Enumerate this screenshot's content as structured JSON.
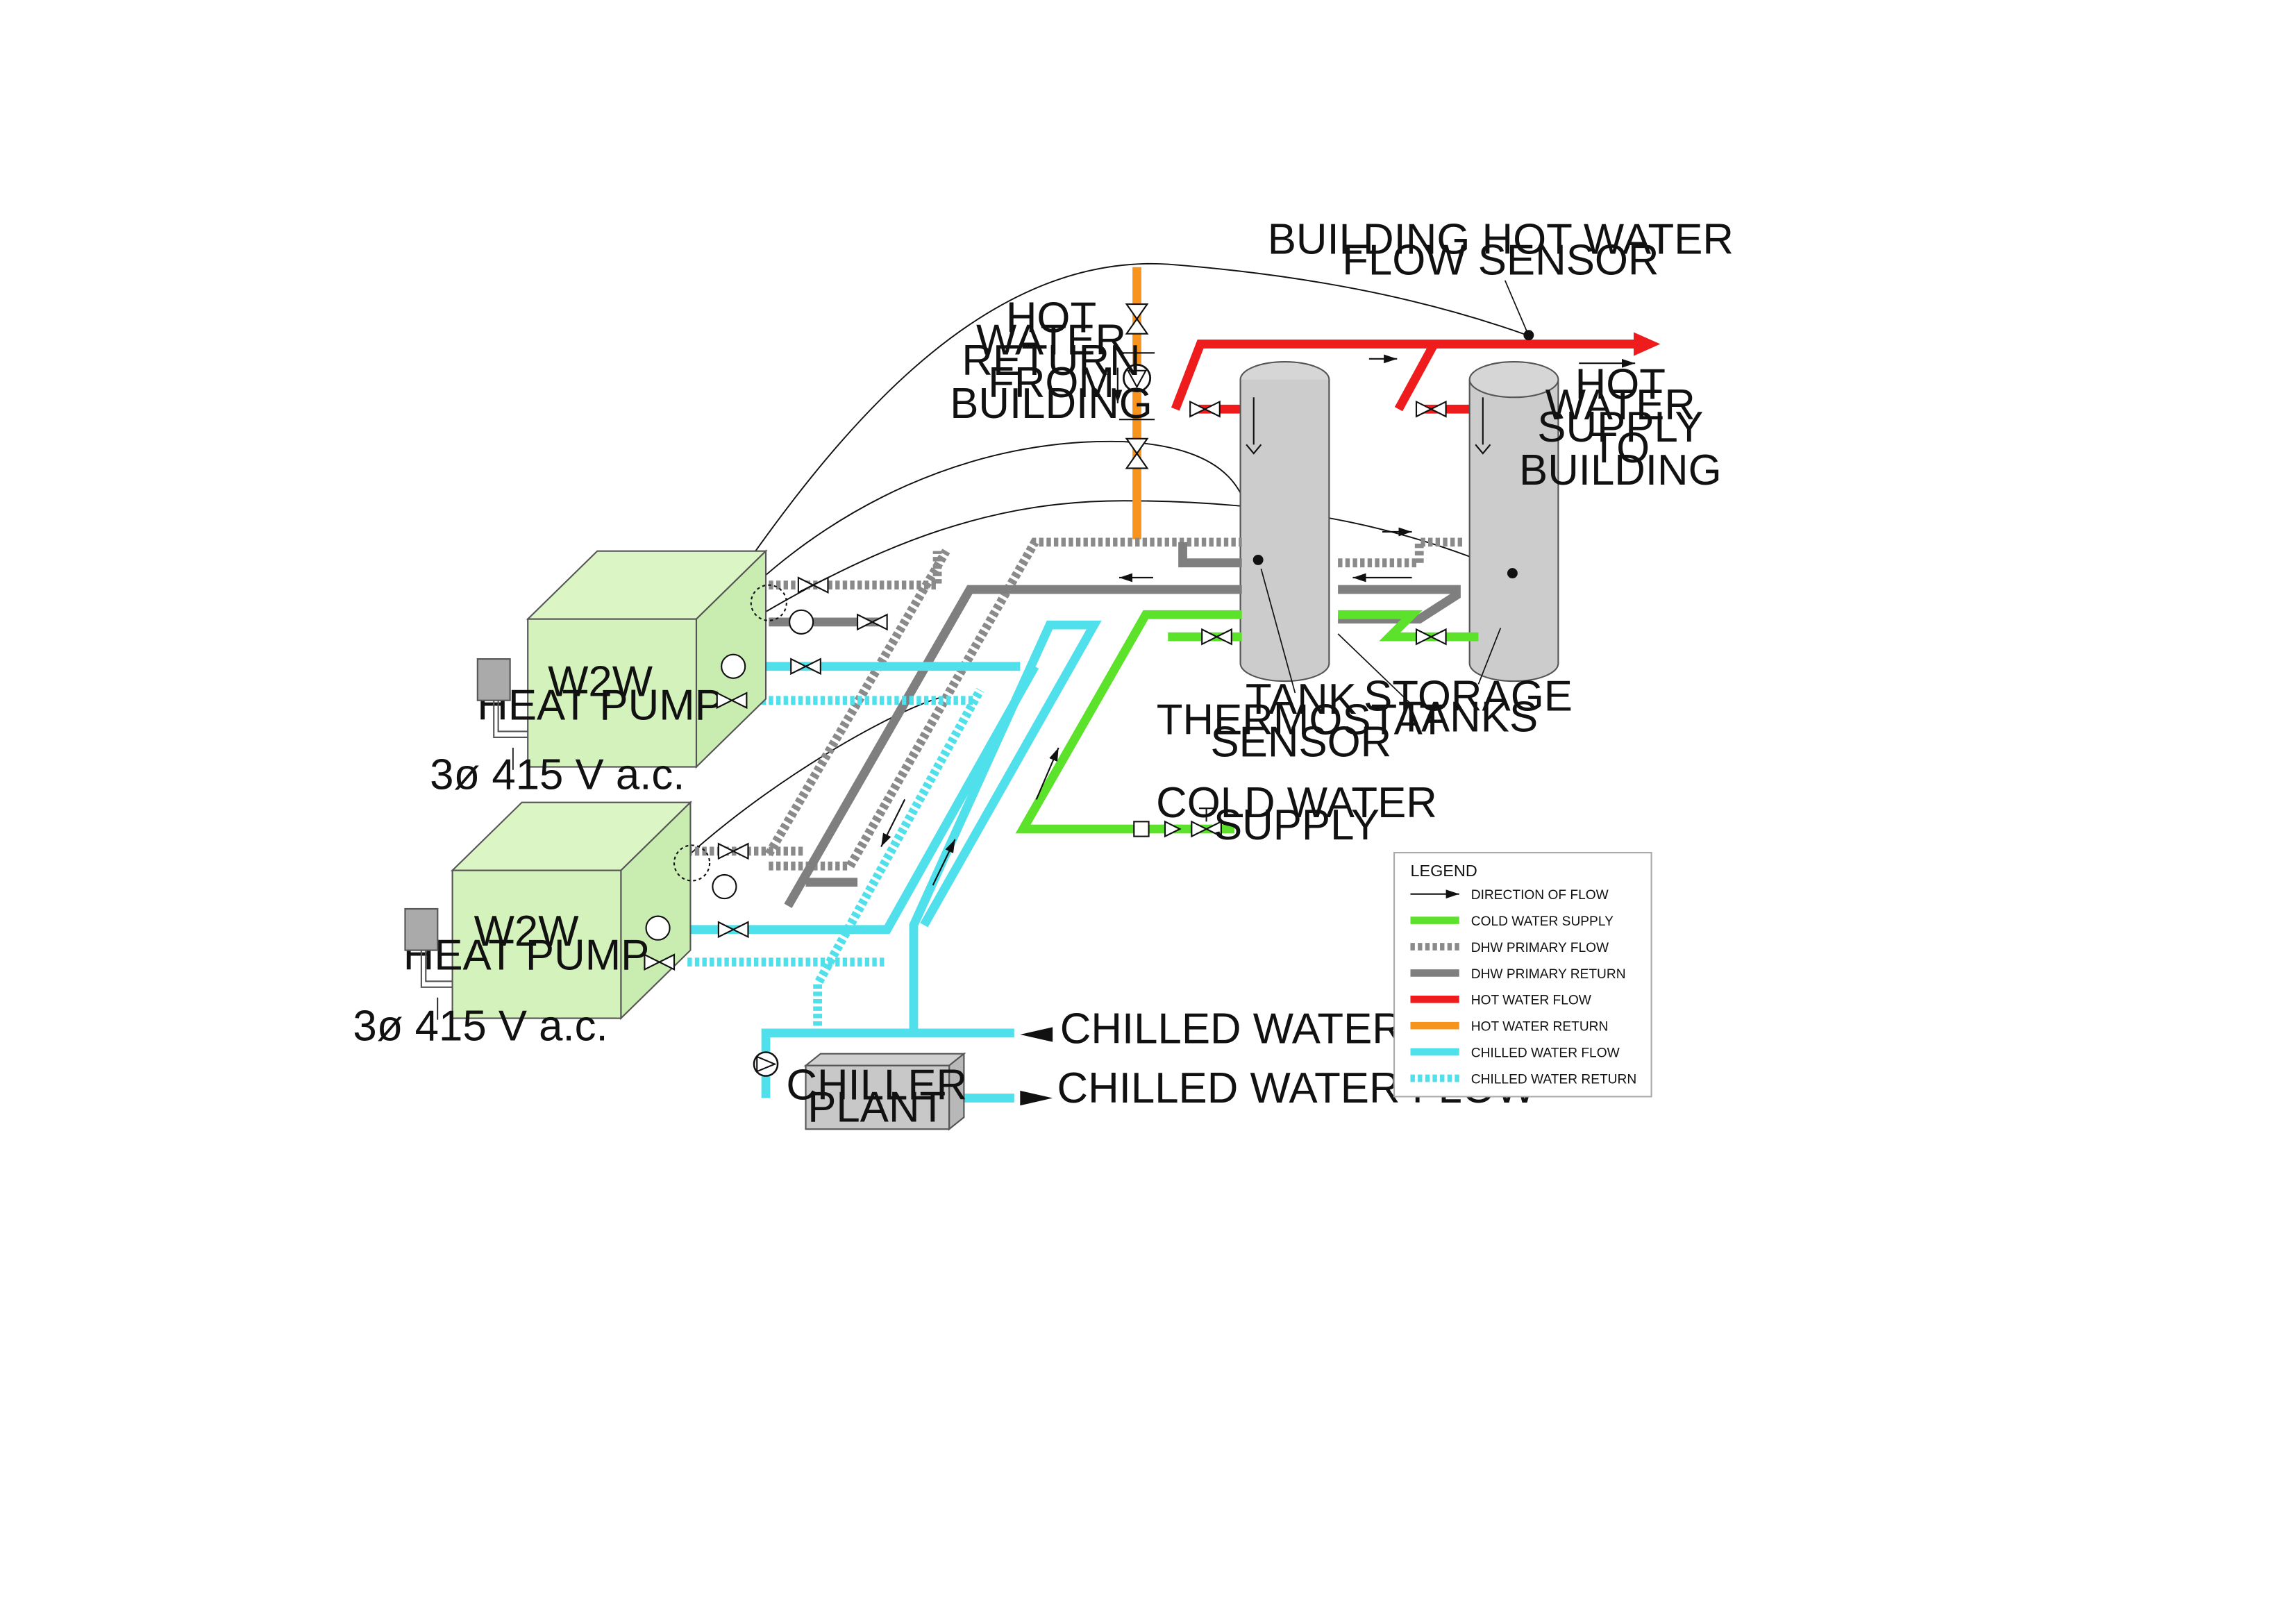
{
  "labels": {
    "flow_sensor": [
      "BUILDING HOT WATER",
      "FLOW SENSOR"
    ],
    "hw_return": [
      "HOT",
      "WATER",
      "RETURN",
      "FROM",
      "BUILDING"
    ],
    "hw_supply": [
      "HOT",
      "WATER",
      "SUPPLY",
      "TO",
      "BUILDING"
    ],
    "tank_sensor": [
      "TANK",
      "THERMOSTAT",
      "SENSOR"
    ],
    "storage_tanks": [
      "STORAGE",
      "TANKS"
    ],
    "cold_supply": [
      "COLD WATER",
      "SUPPLY"
    ],
    "heat_pump_1": [
      "W2W",
      "HEAT PUMP"
    ],
    "heat_pump_2": [
      "W2W",
      "HEAT PUMP"
    ],
    "power_1": "3ø 415 V a.c.",
    "power_2": "3ø 415 V a.c.",
    "chiller": [
      "CHILLER",
      "PLANT"
    ],
    "chilled_return": "CHILLED WATER RETURN",
    "chilled_flow": "CHILLED WATER FLOW"
  },
  "legend": {
    "title": "LEGEND",
    "items": [
      {
        "label": "DIRECTION OF FLOW",
        "style": "arrow",
        "color": "#111111"
      },
      {
        "label": "COLD WATER SUPPLY",
        "style": "solid",
        "color": "#5ce22a"
      },
      {
        "label": "DHW PRIMARY FLOW",
        "style": "dashed",
        "color": "#8a8a8a"
      },
      {
        "label": "DHW PRIMARY RETURN",
        "style": "solid",
        "color": "#7f7f7f"
      },
      {
        "label": "HOT WATER FLOW",
        "style": "solid",
        "color": "#ee1c1c"
      },
      {
        "label": "HOT WATER RETURN",
        "style": "solid",
        "color": "#f7941d"
      },
      {
        "label": "CHILLED WATER FLOW",
        "style": "solid",
        "color": "#4fe0ec"
      },
      {
        "label": "CHILLED WATER RETURN",
        "style": "dashed",
        "color": "#4fe0ec"
      }
    ]
  }
}
